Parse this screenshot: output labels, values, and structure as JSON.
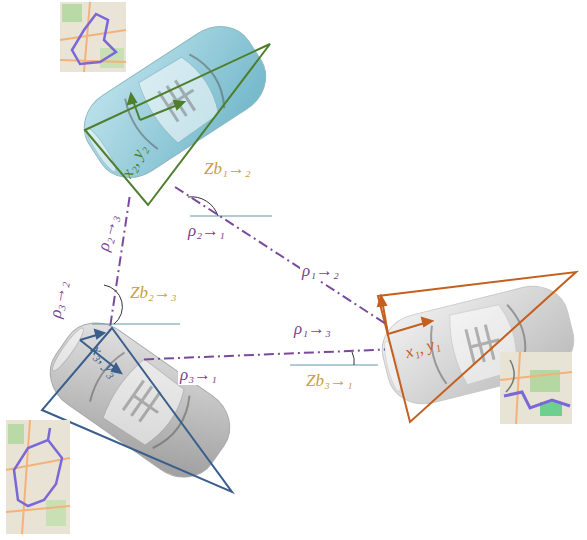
{
  "diagram": {
    "nodes": [
      {
        "text": [
          "x₂, y₂"
        ]
      },
      {
        "text": [
          "x₁, y₁"
        ]
      },
      {
        "text": [
          "x₃, y₃"
        ]
      }
    ],
    "edges": [
      {
        "from": 0,
        "to": 1,
        "arrow": "none",
        "label": "ρ₁→₂"
      },
      {
        "from": 0,
        "to": 2,
        "arrow": "none",
        "label": "ρ₂→₃"
      },
      {
        "from": 2,
        "to": 1,
        "arrow": "none",
        "label": "ρ₃→₁"
      }
    ],
    "labels": [
      "ρ₂→₁",
      "ρ₃→₂",
      "ρ₁→₃",
      "Zb₁→₂",
      "Zb₂→₃",
      "Zb₃→₁"
    ]
  }
}
